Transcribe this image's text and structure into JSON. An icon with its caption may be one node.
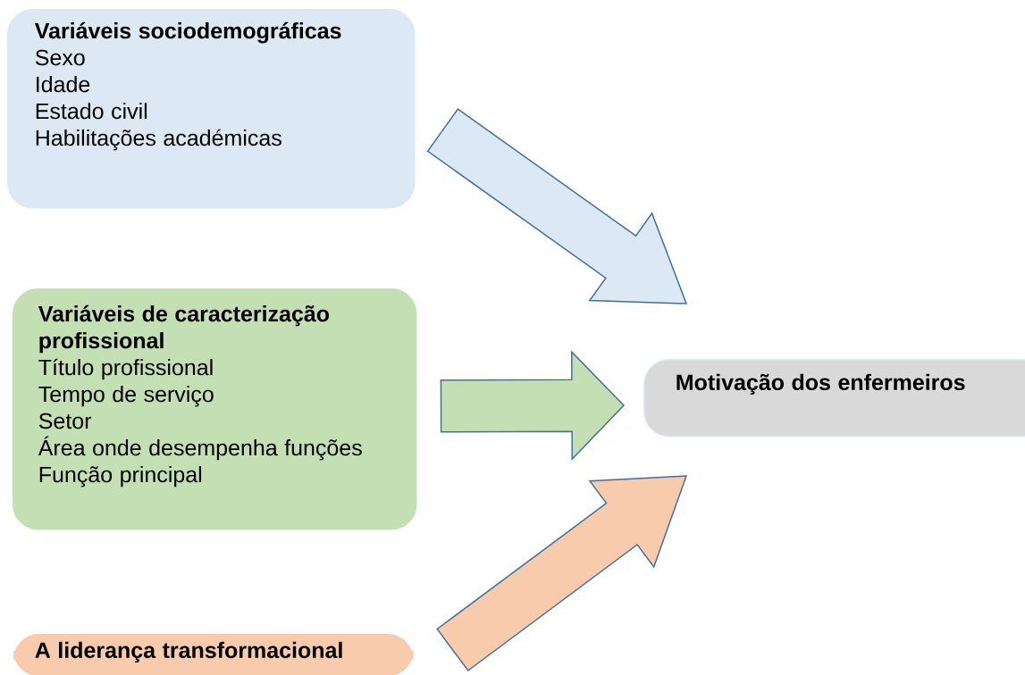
{
  "diagram": {
    "nodes": [
      {
        "text": [
          "Variáveis sociodemográficas",
          "Sexo",
          "Idade",
          "Estado civil",
          "Habilitações académicas"
        ]
      },
      {
        "text": [
          "Variáveis de caracterização profissional",
          "Título profissional",
          "Tempo de serviço",
          "Setor",
          "Área onde desempenha funções",
          "Função principal"
        ]
      },
      {
        "text": [
          "A liderança transformacional"
        ]
      },
      {
        "text": [
          "Motivação dos enfermeiros"
        ]
      }
    ],
    "edges": [
      {
        "from": 0,
        "to": 3,
        "arrow": "to",
        "color": "#dce9f5"
      },
      {
        "from": 1,
        "to": 3,
        "arrow": "to",
        "color": "#c5dfb4"
      },
      {
        "from": 2,
        "to": 3,
        "arrow": "to",
        "color": "#f8cbad"
      }
    ]
  }
}
